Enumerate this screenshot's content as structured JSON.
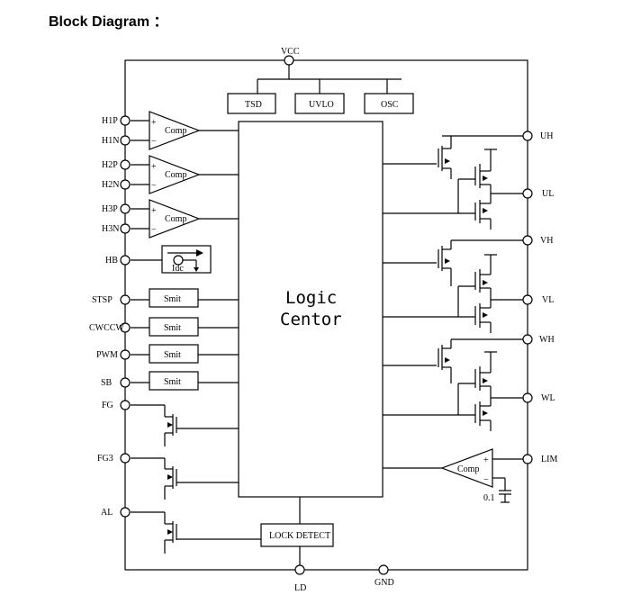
{
  "heading": "Block Diagram ：",
  "core": {
    "line1": "Logic",
    "line2": "Centor"
  },
  "top_blocks": {
    "tsd": "TSD",
    "uvlo": "UVLO",
    "osc": "OSC"
  },
  "comparator": "Comp",
  "hall_bias": "Idc",
  "smit": "Smit",
  "lock_detect": "LOCK DETECT",
  "cap": "0.1",
  "pins": {
    "vcc": "VCC",
    "h1p": "H1P",
    "h1n": "H1N",
    "h2p": "H2P",
    "h2n": "H2N",
    "h3p": "H3P",
    "h3n": "H3N",
    "hb": "HB",
    "stsp": "STSP",
    "cwccw": "CWCCW",
    "pwm": "PWM",
    "sb": "SB",
    "fg": "FG",
    "fg3": "FG3",
    "al": "AL",
    "uh": "UH",
    "ul": "UL",
    "vh": "VH",
    "vl": "VL",
    "wh": "WH",
    "wl": "WL",
    "lim": "LIM",
    "ld": "LD",
    "gnd": "GND"
  }
}
